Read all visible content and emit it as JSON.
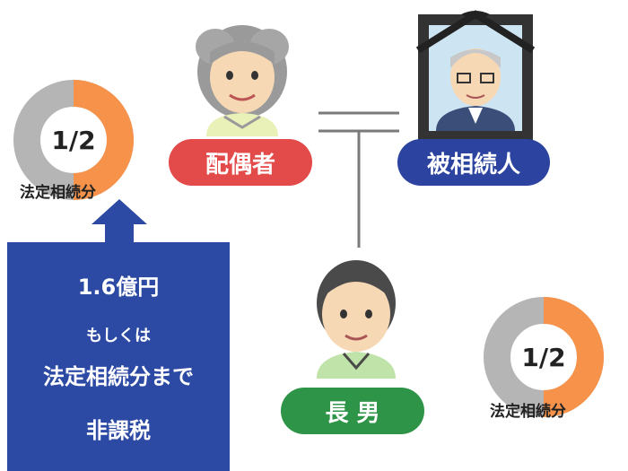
{
  "colors": {
    "donut_orange": "#f7924a",
    "donut_gray": "#b5b5b5",
    "spouse_pill": "#e34a4a",
    "decedent_pill": "#2c44a0",
    "son_pill": "#2e9447",
    "tax_box": "#2c4aa3",
    "line": "#7a7a7a"
  },
  "labels": {
    "spouse": "配偶者",
    "decedent": "被相続人",
    "son": "長 男"
  },
  "donuts": [
    {
      "fraction_text": "1/2",
      "caption": "法定相続分",
      "share": 0.5
    },
    {
      "fraction_text": "1/2",
      "caption": "法定相続分",
      "share": 0.5
    }
  ],
  "tax_box": {
    "line1": "1.6億円",
    "line2": "もしくは",
    "line3": "法定相続分まで",
    "line4": "非課税"
  },
  "icons": [
    "elderly-woman-icon",
    "memorial-portrait-icon",
    "man-icon",
    "up-arrow-icon"
  ]
}
